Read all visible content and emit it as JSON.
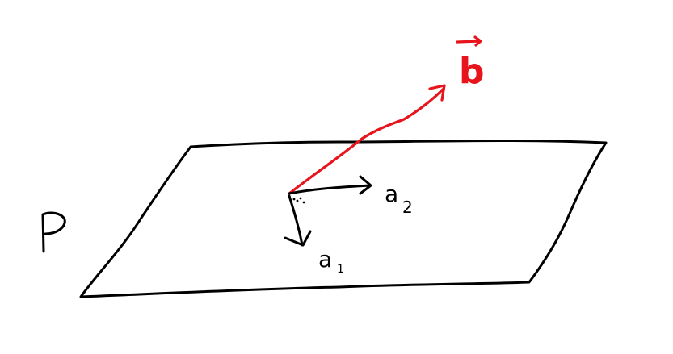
{
  "labels": {
    "plane": "P",
    "vector_b": "b",
    "vector_a1": "a",
    "vector_a1_subscript": "1",
    "vector_a2": "a",
    "vector_a2_subscript": "2"
  },
  "colors": {
    "ink": "#000000",
    "vector_b": "#e8141c",
    "background": "#ffffff"
  }
}
